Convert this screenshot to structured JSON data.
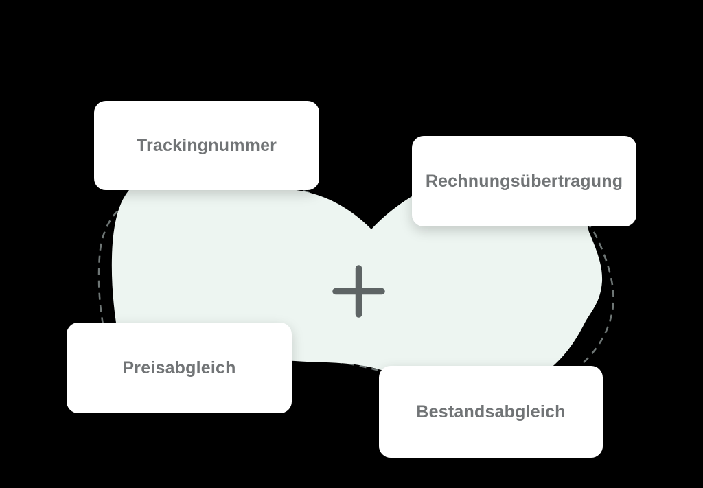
{
  "illustration": {
    "description": "Integration feature blob illustration",
    "cards": [
      {
        "label": "Trackingnummer"
      },
      {
        "label": "Rechnungsübertragung"
      },
      {
        "label": "Preisabgleich"
      },
      {
        "label": "Bestandsabgleich"
      }
    ],
    "center_icon": {
      "name": "plus-icon",
      "glyph": "+"
    }
  },
  "colors": {
    "background": "#000000",
    "blob": "#edf5f1",
    "card_bg": "#ffffff",
    "card_text": "#717476",
    "dashed_outline": "#6e7675",
    "plus": "#5e6465"
  }
}
